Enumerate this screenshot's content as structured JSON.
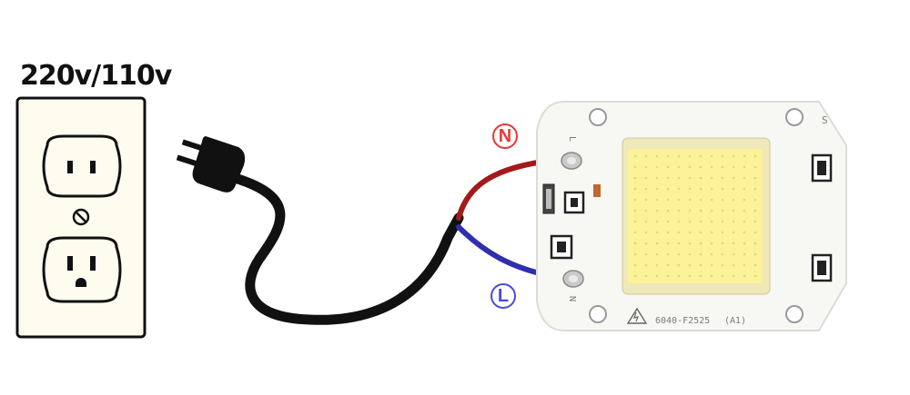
{
  "voltage_label": "220v/110v",
  "neutral_label": "N",
  "live_label": "L",
  "board": {
    "model": "6040-F2525",
    "variant": "(A1)",
    "mark_s": "S",
    "mark_l": "L",
    "mark_n": "N"
  },
  "colors": {
    "neutral_wire": "#a31a1a",
    "live_wire": "#2f2fb0",
    "cord": "#111111",
    "led_chip": "#fbf29a",
    "outlet_plate": "#fdfcef"
  }
}
